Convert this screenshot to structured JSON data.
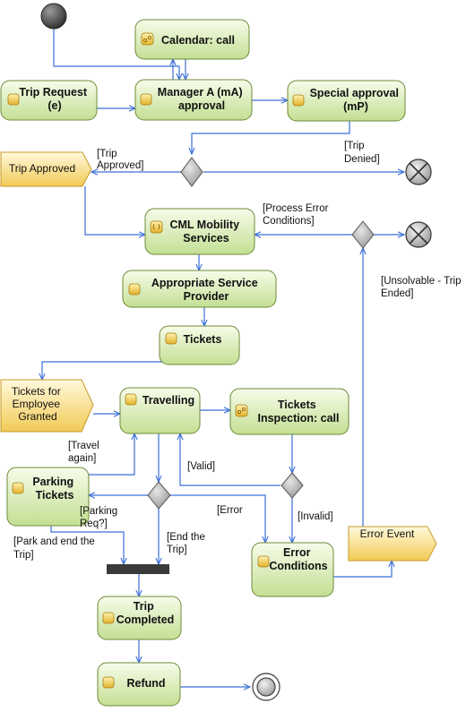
{
  "nodes": {
    "calendar": [
      "Calendar: call"
    ],
    "trip_request": [
      "Trip Request",
      "(e)"
    ],
    "manager_approval": [
      "Manager A (mA)",
      "approval"
    ],
    "special_approval": [
      "Special approval",
      "(mP)"
    ],
    "cml": [
      "CML Mobility",
      "Services"
    ],
    "provider": [
      "Appropriate Service",
      "Provider"
    ],
    "tickets": [
      "Tickets"
    ],
    "travelling": [
      "Travelling"
    ],
    "tickets_inspection": [
      "Tickets",
      "Inspection: call"
    ],
    "parking_tickets": [
      "Parking",
      "Tickets"
    ],
    "error_conditions": [
      "Error",
      "Conditions"
    ],
    "trip_completed": [
      "Trip",
      "Completed"
    ],
    "refund": [
      "Refund"
    ]
  },
  "signals": {
    "trip_approved": [
      "Trip Approved"
    ],
    "tickets_granted": [
      "Tickets for",
      "Employee",
      "Granted"
    ],
    "error_event": [
      "Error Event"
    ]
  },
  "edge_labels": {
    "trip_approved": [
      "[Trip",
      "Approved]"
    ],
    "trip_denied": [
      "[Trip",
      "Denied]"
    ],
    "process_error": [
      "[Process Error",
      "Conditions]"
    ],
    "unsolvable": [
      "[Unsolvable - Trip",
      "Ended]"
    ],
    "travel_again": [
      "[Travel",
      "again]"
    ],
    "valid": [
      "[Valid]"
    ],
    "parking_req": [
      "[Parking",
      "Req?]"
    ],
    "error": [
      "[Error"
    ],
    "invalid": [
      "[Invalid]"
    ],
    "park_end": [
      "[Park and end the",
      "Trip]"
    ],
    "end_trip": [
      "[End the",
      "Trip]"
    ]
  },
  "colors": {
    "edge": "#3b6fd8",
    "node_fill_top": "#f6fbe8",
    "node_fill_bottom": "#c6e196",
    "node_stroke": "#6e8a3a",
    "signal_fill_top": "#fff8d8",
    "signal_fill_bottom": "#f3cd5a",
    "signal_stroke": "#c79a2a",
    "decision_fill": "#b9b9b9",
    "bar": "#3a3a3a"
  }
}
